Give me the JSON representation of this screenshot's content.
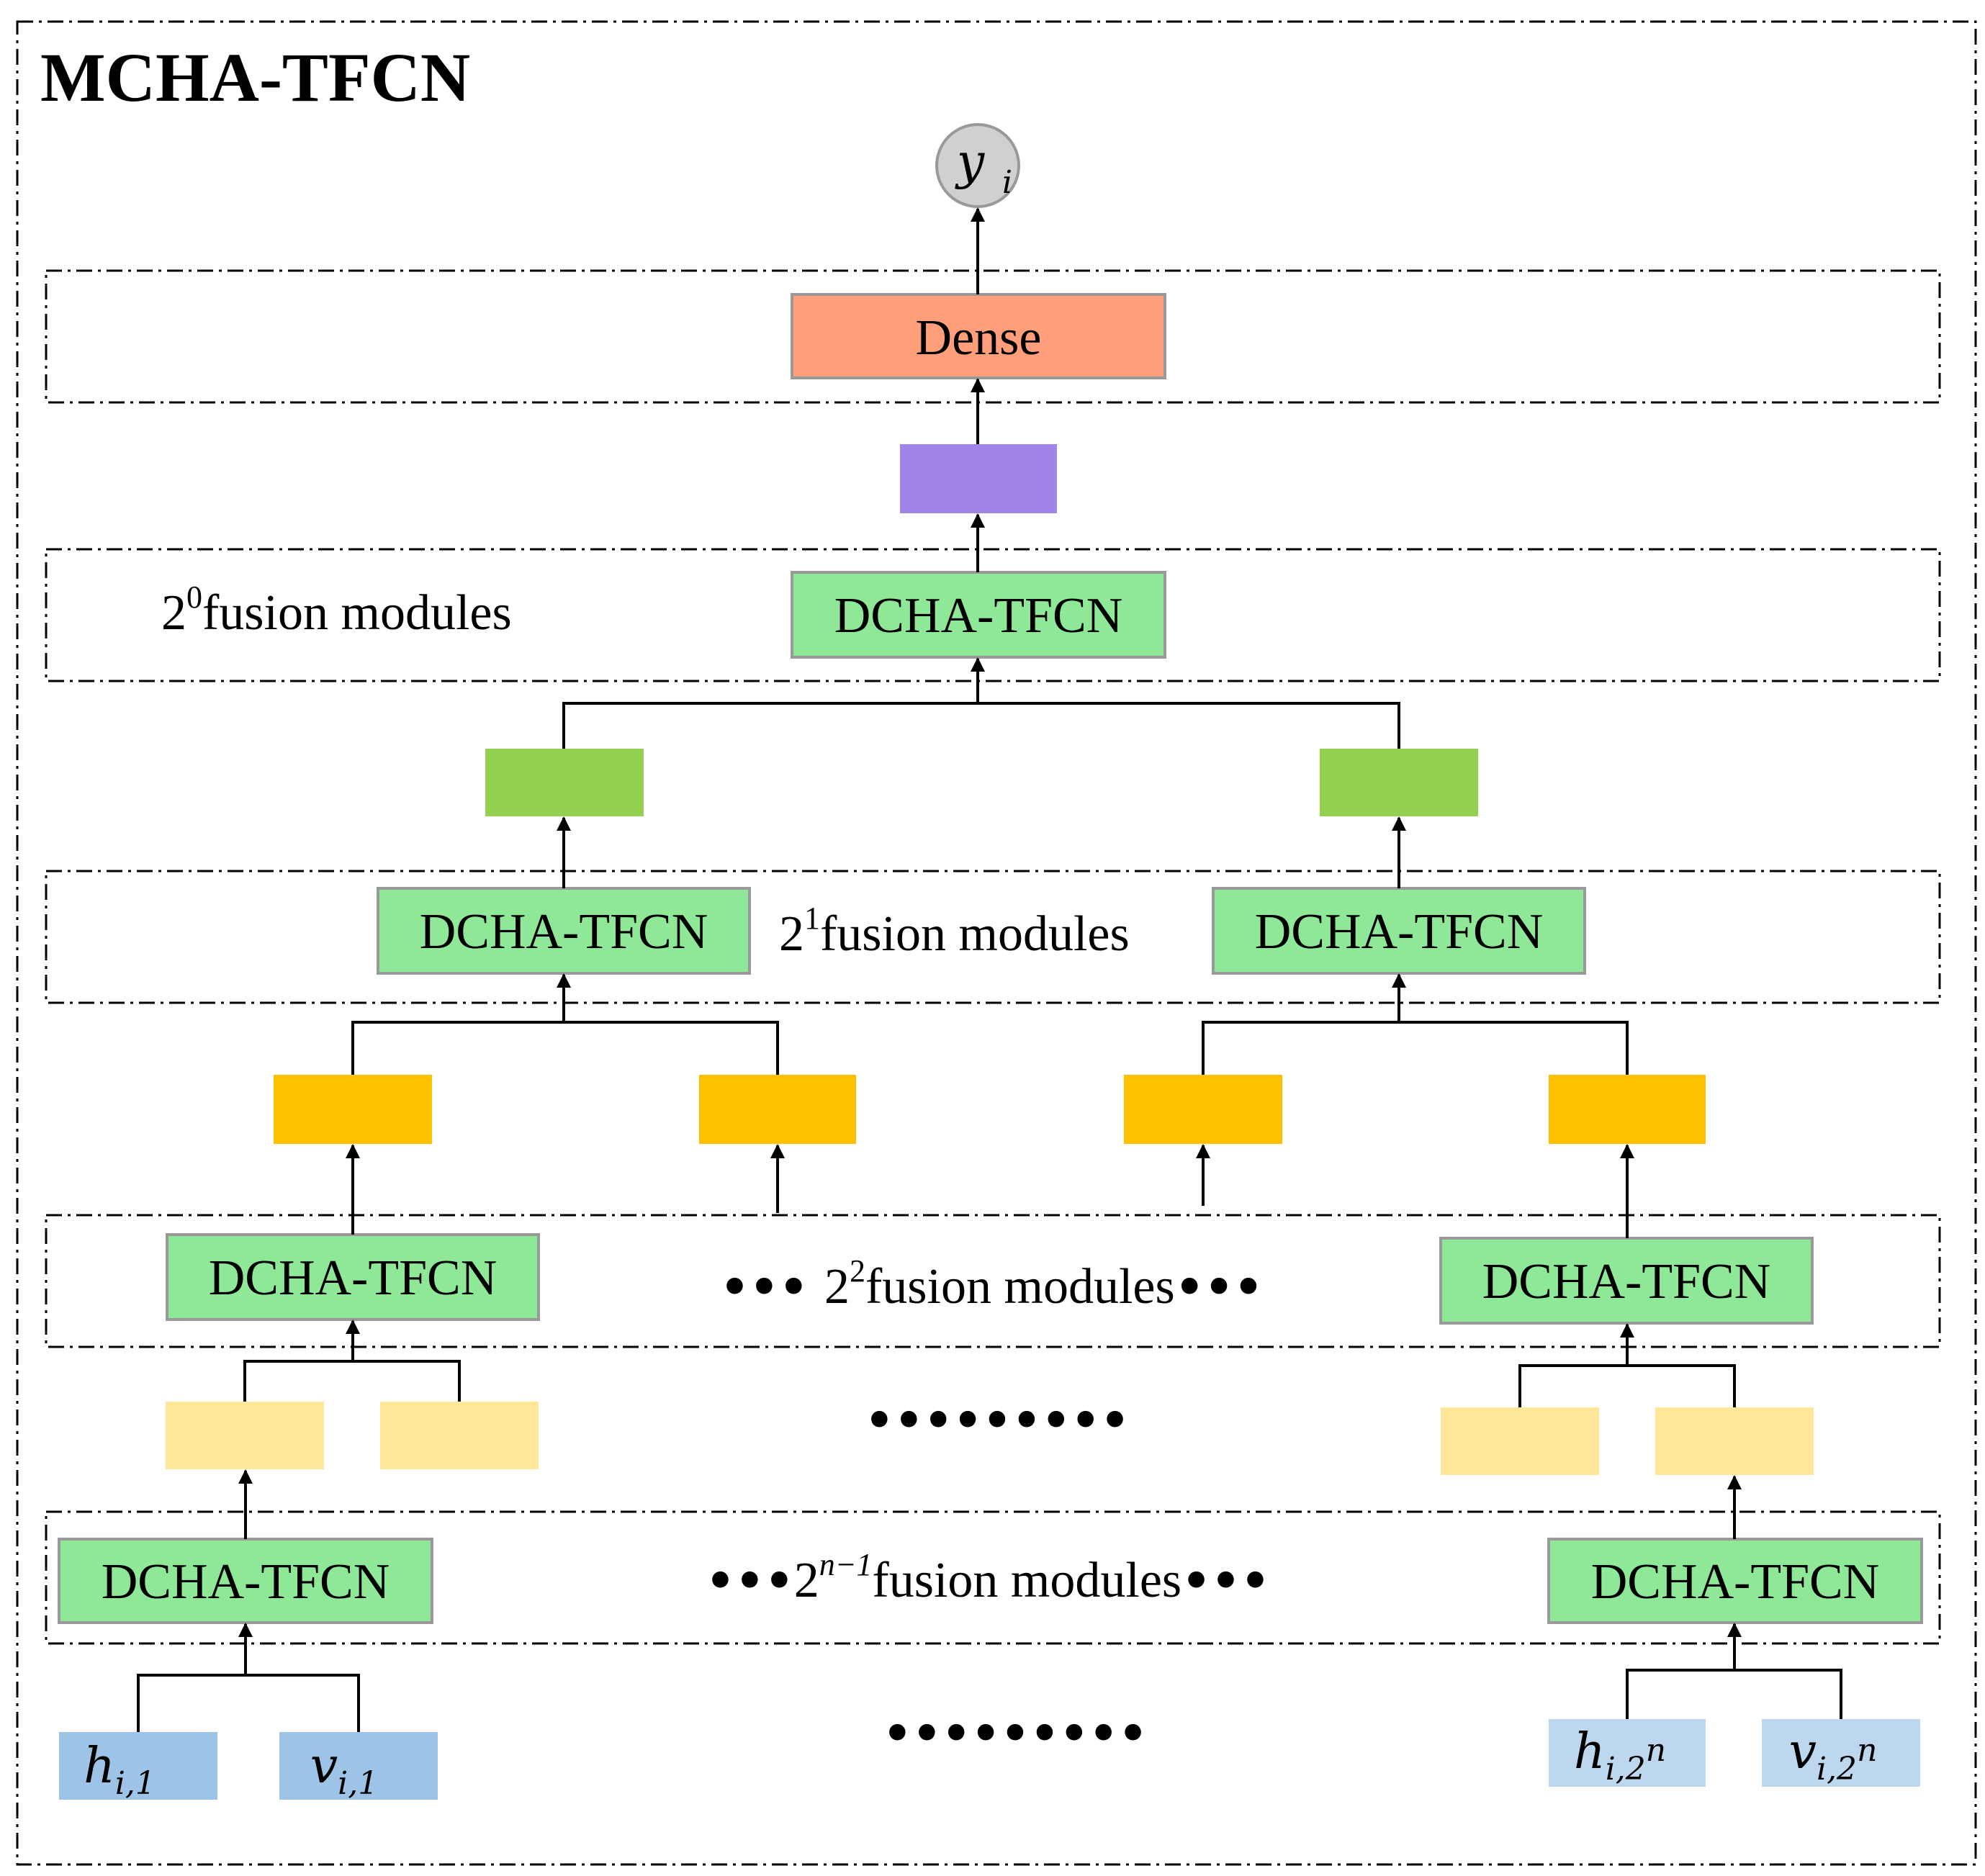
{
  "title": "MCHA-TFCN",
  "output_node": {
    "symbol": "y",
    "subscript": "i"
  },
  "dense_block": {
    "label": "Dense"
  },
  "module_label": "DCHA-TFCN",
  "stages": [
    {
      "prefix": "",
      "base": "2",
      "exponent": "0",
      "suffix": "fusion modules",
      "trailing": ""
    },
    {
      "prefix": "",
      "base": "2",
      "exponent": "1",
      "suffix": "fusion modules",
      "trailing": ""
    },
    {
      "prefix": "••• ",
      "base": "2",
      "exponent": "2",
      "suffix": "fusion modules",
      "trailing": "•••"
    },
    {
      "prefix": "•••",
      "base": "2",
      "exponent": "n−1",
      "suffix": "fusion modules",
      "trailing": "•••"
    }
  ],
  "ellipsis": "•••••••••",
  "inputs": [
    {
      "symbol": "h",
      "subscript": "i,1",
      "sup": ""
    },
    {
      "symbol": "v",
      "subscript": "i,1",
      "sup": ""
    },
    {
      "symbol": "h",
      "subscript": "i,2",
      "sup": "n"
    },
    {
      "symbol": "v",
      "subscript": "i,2",
      "sup": "n"
    }
  ],
  "colors": {
    "dense": "#FF9E7A",
    "module": "#8EE898",
    "purple_feature": "#A084E8",
    "green_feature": "#92D050",
    "orange_feature": "#FFC000",
    "light_yellow_feature": "#FFE699",
    "input_dark": "#9DC3E6",
    "input_light": "#BDD7EE",
    "output_node": "#D0D0D0"
  }
}
